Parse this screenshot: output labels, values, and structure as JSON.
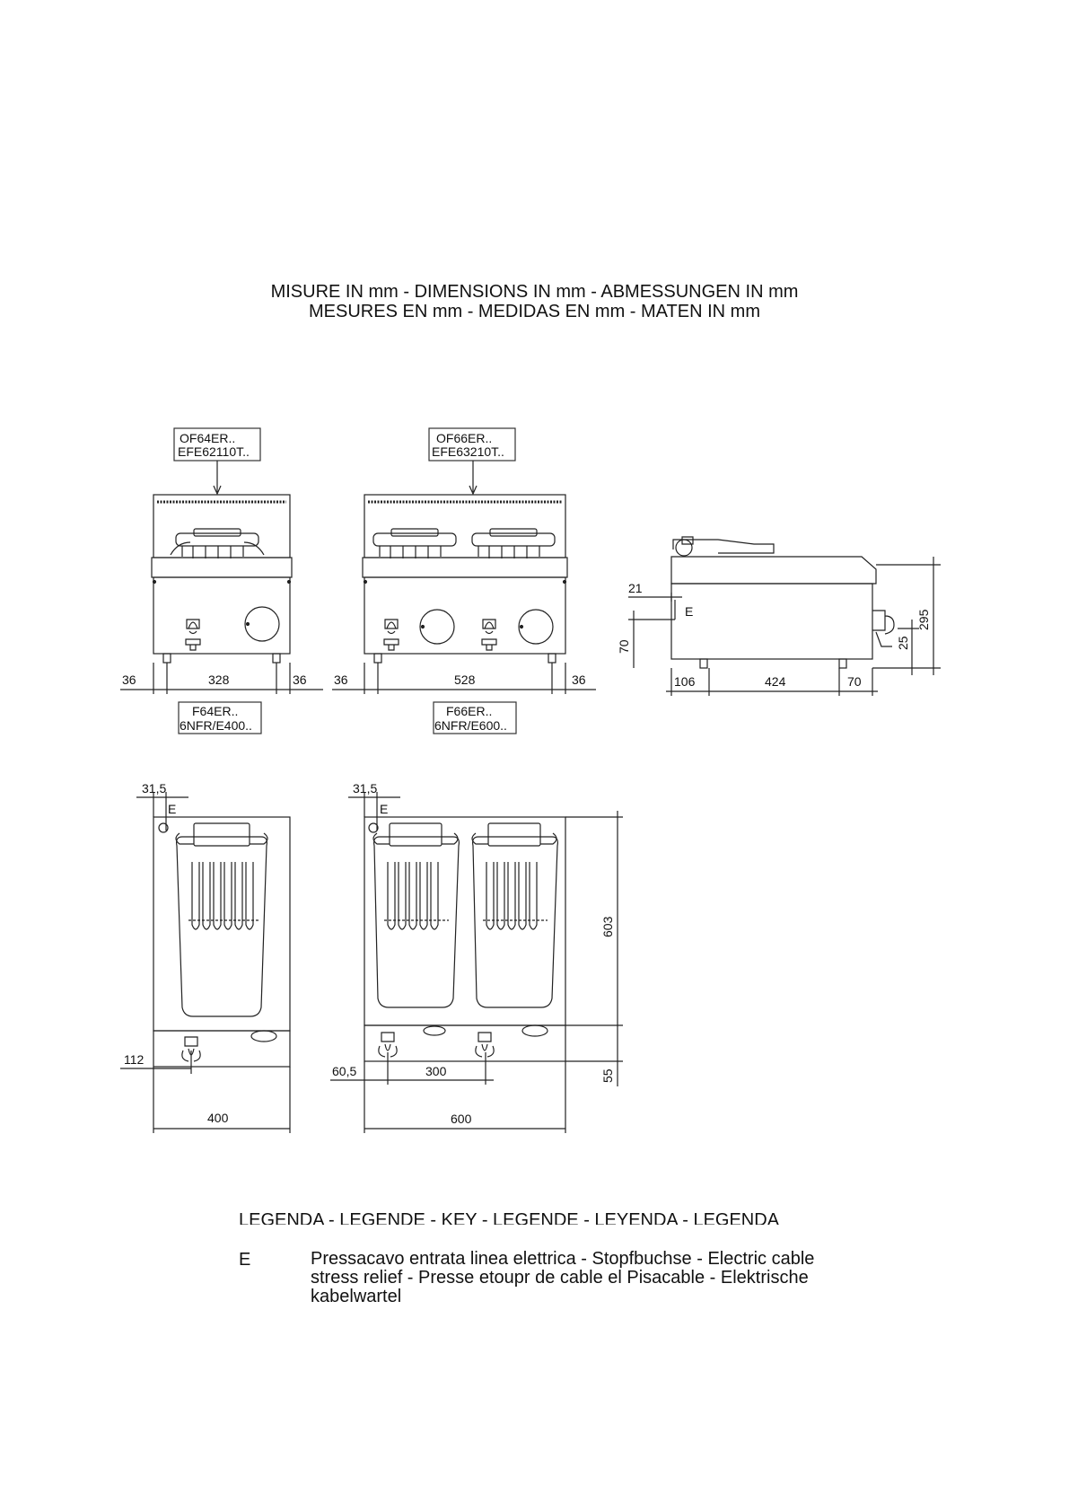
{
  "header": {
    "line1": "MISURE IN mm - DIMENSIONS IN mm - ABMESSUNGEN IN mm",
    "line2": "MESURES EN mm - MEDIDAS EN mm - MATEN IN mm"
  },
  "models": {
    "single_top": [
      "OF64ER..",
      "EFE62110T.."
    ],
    "double_top": [
      "OF66ER..",
      "EFE63210T.."
    ],
    "single_bottom": [
      "F64ER..",
      "6NFR/E400.."
    ],
    "double_bottom": [
      "F66ER..",
      "6NFR/E600.."
    ]
  },
  "dimensions": {
    "single_front": {
      "left": "36",
      "width": "328",
      "right": "36"
    },
    "double_front": {
      "left": "36",
      "width": "528",
      "right": "36"
    },
    "side": {
      "left": "106",
      "depth": "424",
      "right": "70",
      "height": "295",
      "tap": "25",
      "cable_offset": "21",
      "cable_height": "70"
    },
    "single_top": {
      "cable_offset": "31,5",
      "tap": "112",
      "width": "400"
    },
    "double_top": {
      "cable_offset": "31,5",
      "tap_left": "60,5",
      "tap_spacing": "300",
      "width": "600",
      "depth": "603",
      "tap_depth": "55"
    },
    "cable_label": "E"
  },
  "legend": {
    "title": "LEGENDA - LEGENDE - KEY - LEGENDE - LEYENDA - LEGENDA",
    "key": "E",
    "description": "Pressacavo entrata linea elettrica - Stopfbuchse - Electric cable stress relief - Presse etoupr de cable el Pisacable - Elektrische kabelwartel"
  }
}
